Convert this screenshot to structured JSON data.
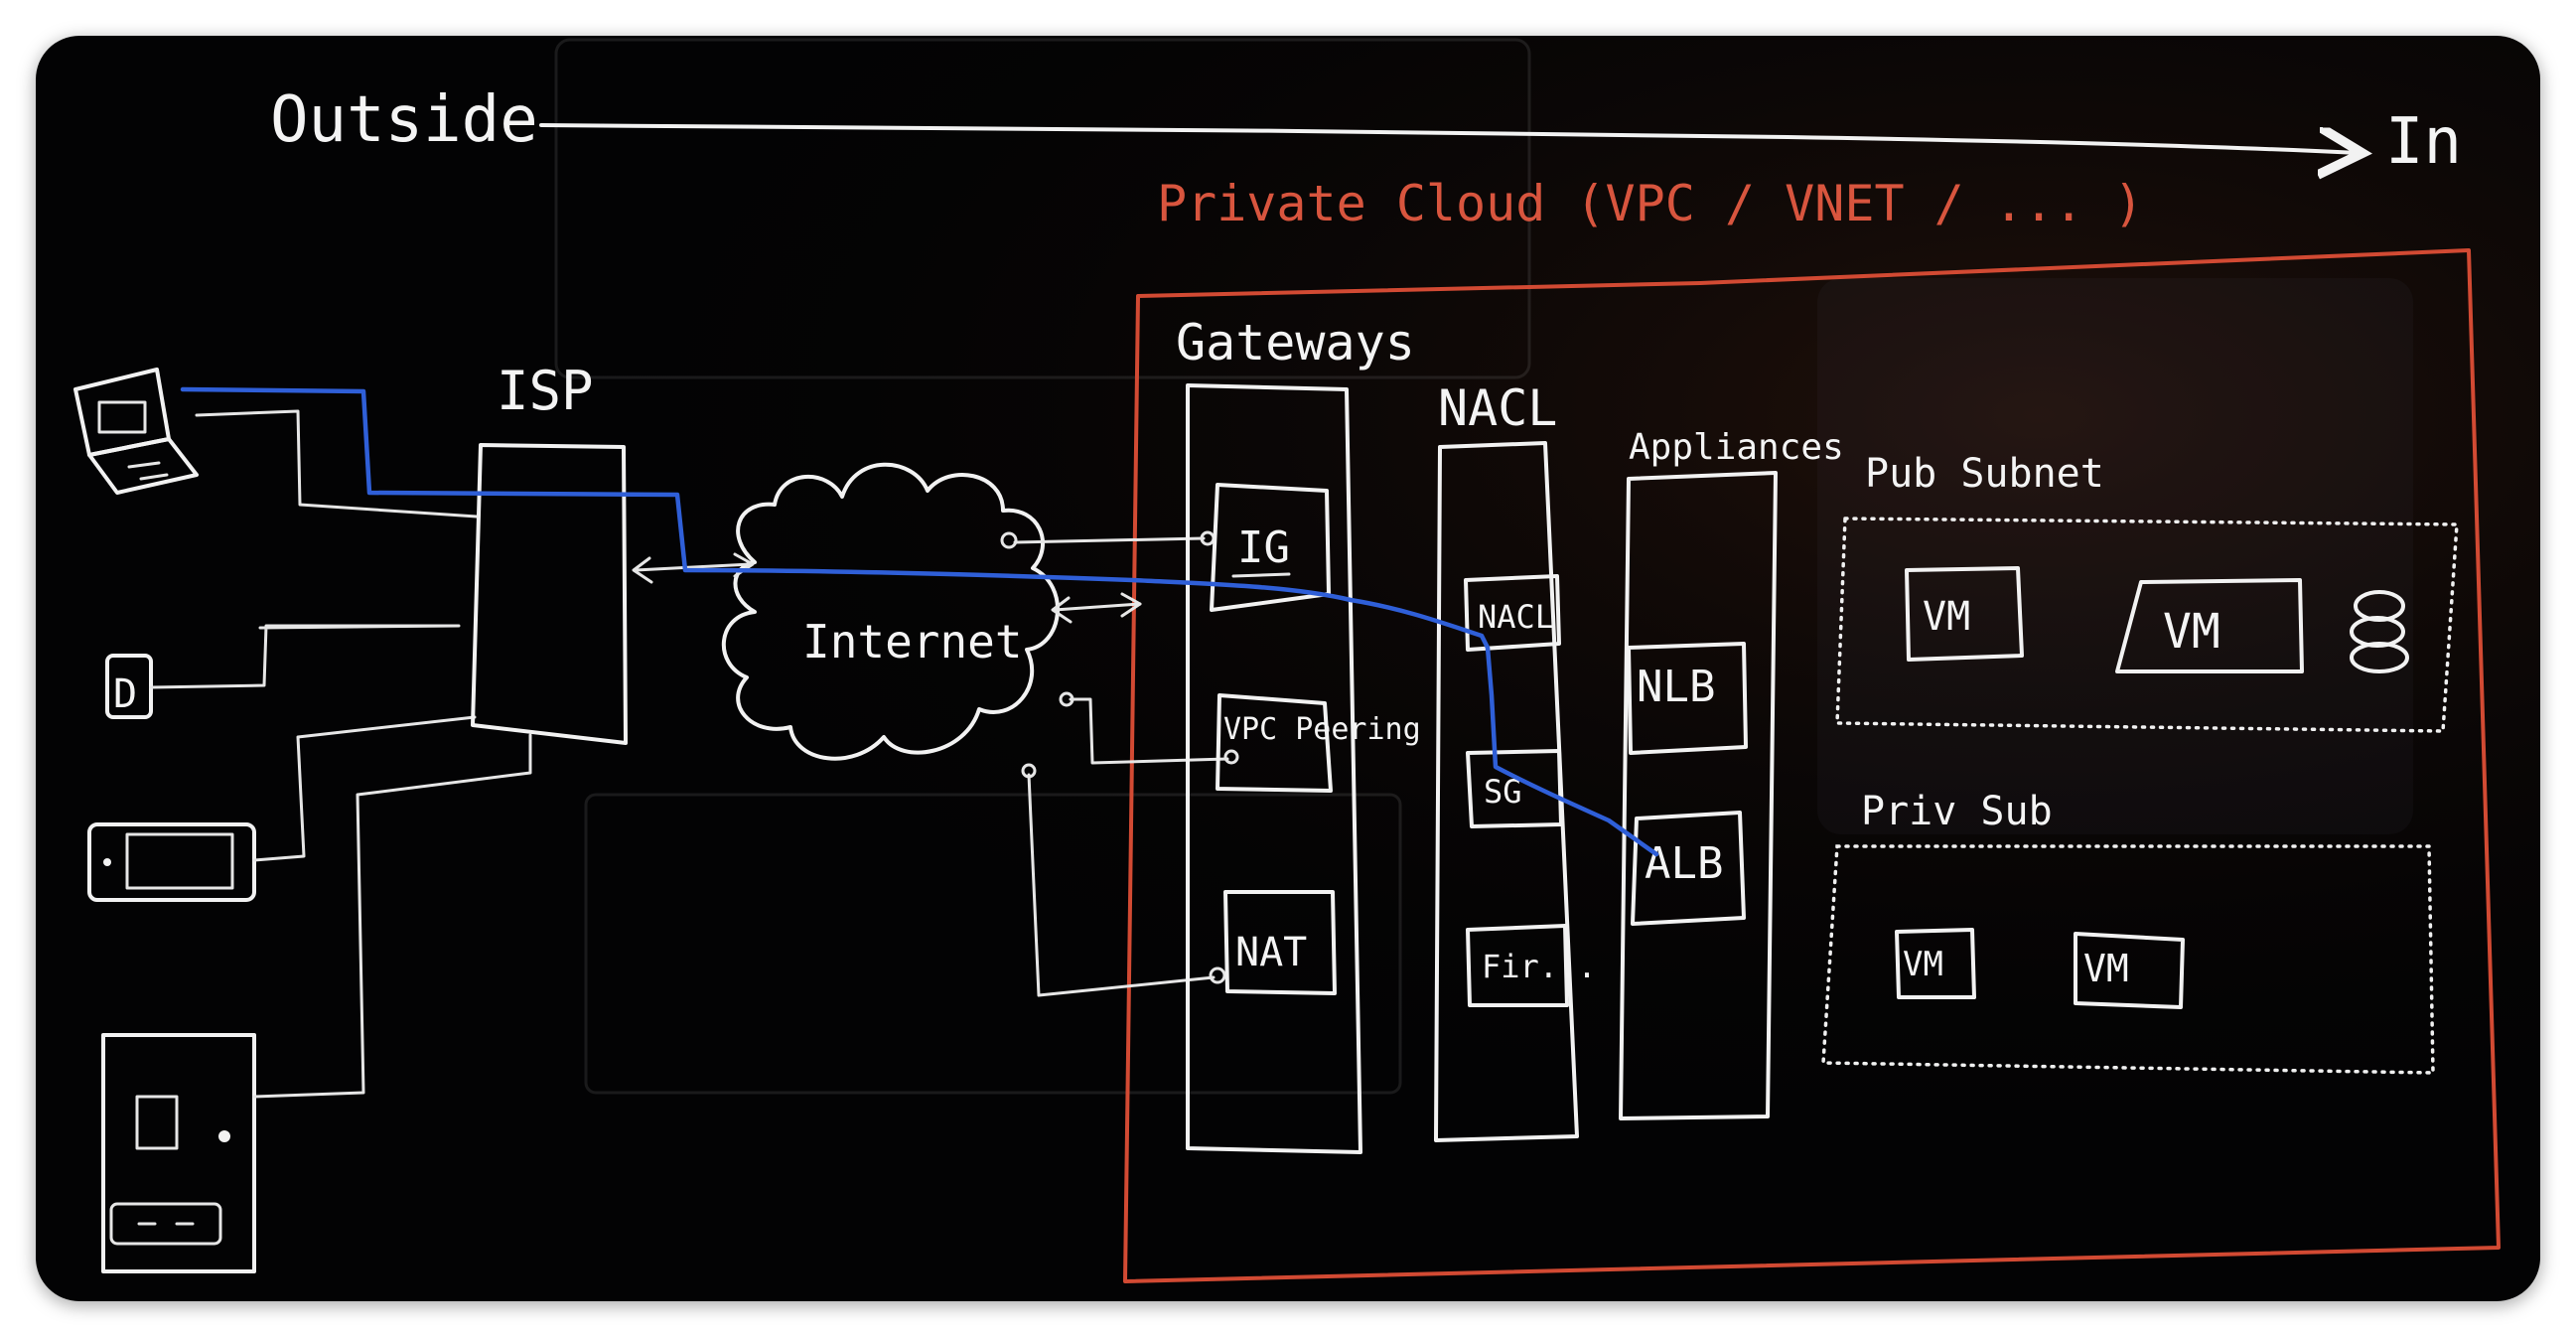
{
  "colors": {
    "background": "#030304",
    "chalk": "#f2f2f2",
    "cloud_boundary": "#d24a33",
    "traffic_path": "#2f5fd8"
  },
  "header": {
    "outside_label": "Outside",
    "in_label": "In"
  },
  "private_cloud": {
    "title": "Private Cloud (VPC / VNET / ... )"
  },
  "external": {
    "isp_label": "ISP",
    "internet_label": "Internet",
    "phone_letter": "D"
  },
  "columns": {
    "gateways": {
      "title": "Gateways",
      "items": [
        "IG",
        "VPC Peering",
        "NAT"
      ]
    },
    "nacl": {
      "title": "NACL",
      "items": [
        "NACL",
        "SG",
        "Fir..."
      ]
    },
    "appliances": {
      "title": "Appliances",
      "items": [
        "NLB",
        "ALB"
      ]
    }
  },
  "subnets": {
    "public": {
      "title": "Pub Subnet",
      "vm_labels": [
        "VM",
        "VM"
      ]
    },
    "private": {
      "title": "Priv Sub",
      "vm_labels": [
        "VM",
        "VM"
      ]
    }
  }
}
